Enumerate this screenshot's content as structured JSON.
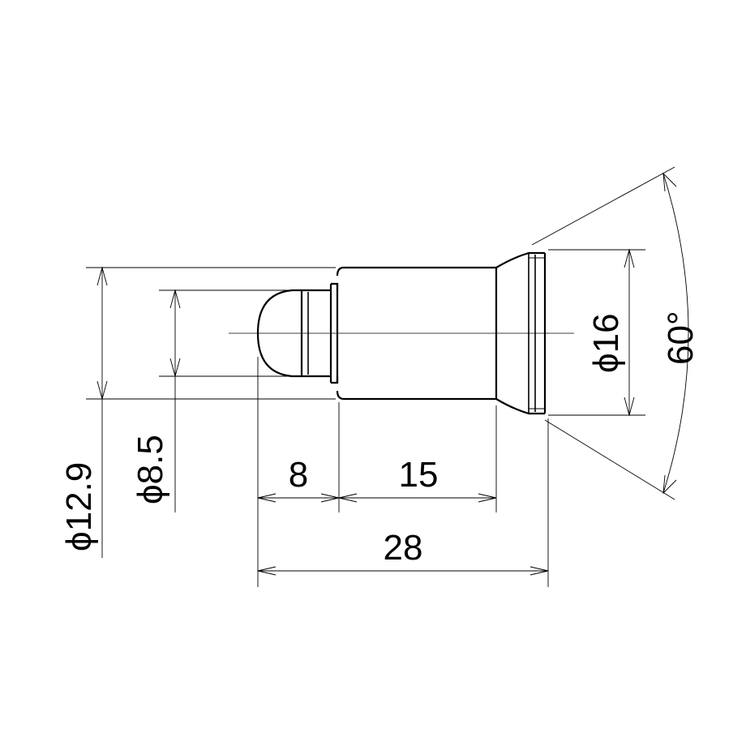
{
  "drawing": {
    "dimensions": {
      "dia_16": "ϕ16",
      "angle_60": "60°",
      "dia_12_9": "ϕ12.9",
      "dia_8_5": "ϕ8.5",
      "len_8": "8",
      "len_15": "15",
      "len_28": "28"
    }
  }
}
